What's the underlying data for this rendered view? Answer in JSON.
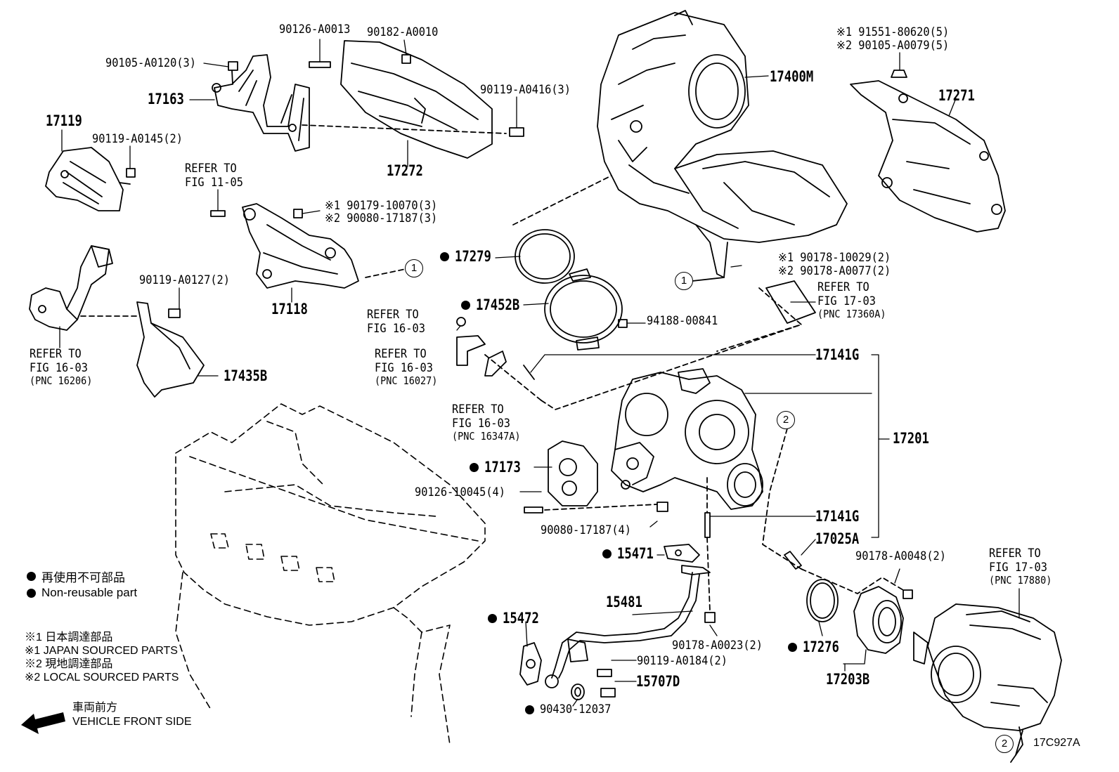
{
  "parts": {
    "p17400M": "17400M",
    "p17271": "17271",
    "p17163": "17163",
    "p17119": "17119",
    "p17272": "17272",
    "p17118": "17118",
    "p17279": "17279",
    "p17452B": "17452B",
    "p17435B": "17435B",
    "p17141G_top": "17141G",
    "p17201": "17201",
    "p17173": "17173",
    "p17141G_bot": "17141G",
    "p17025A": "17025A",
    "p15471": "15471",
    "p15481": "15481",
    "p15472": "15472",
    "p17276": "17276",
    "p17203B": "17203B",
    "p15707D": "15707D"
  },
  "fasteners": {
    "f90126_A0013": "90126-A0013",
    "f90182_A0010": "90182-A0010",
    "f90105_A0120": "90105-A0120(3)",
    "f90119_A0416": "90119-A0416(3)",
    "f90119_A0145": "90119-A0145(2)",
    "f90119_A0127": "90119-A0127(2)",
    "f94188_00841": "94188-00841",
    "f90126_10045": "90126-10045(4)",
    "f90080_17187_4": "90080-17187(4)",
    "f90178_A0048": "90178-A0048(2)",
    "f90178_A0023": "90178-A0023(2)",
    "f90119_A0184": "90119-A0184(2)",
    "f90430_12037": "90430-12037",
    "alt_top_1": "※1 91551-80620(5)",
    "alt_top_2": "※2 90105-A0079(5)",
    "alt_mid_1": "※1 90179-10070(3)",
    "alt_mid_2": "※2 90080-17187(3)",
    "alt_right_1": "※1 90178-10029(2)",
    "alt_right_2": "※2 90178-A0077(2)"
  },
  "refs": {
    "refer_to": "REFER TO",
    "fig_11_05": "FIG 11-05",
    "fig_16_03": "FIG 16-03",
    "fig_17_03": "FIG 17-03",
    "pnc_16206": "(PNC 16206)",
    "pnc_16027": "(PNC 16027)",
    "pnc_16347A": "(PNC 16347A)",
    "pnc_17360A": "(PNC 17360A)",
    "pnc_17880": "(PNC 17880)"
  },
  "circles": {
    "one": "1",
    "two": "2"
  },
  "legend": {
    "nonreuse_jp": "再使用不可部品",
    "nonreuse_en": "Non-reusable part",
    "mark1": "※1",
    "mark2": "※2",
    "japan_jp": "日本調達部品",
    "japan_en": "JAPAN SOURCED PARTS",
    "local_jp": "現地調達部品",
    "local_en": "LOCAL SOURCED PARTS",
    "front_jp": "車両前方",
    "front_en": "VEHICLE FRONT SIDE"
  },
  "figure_code": "17C927A"
}
